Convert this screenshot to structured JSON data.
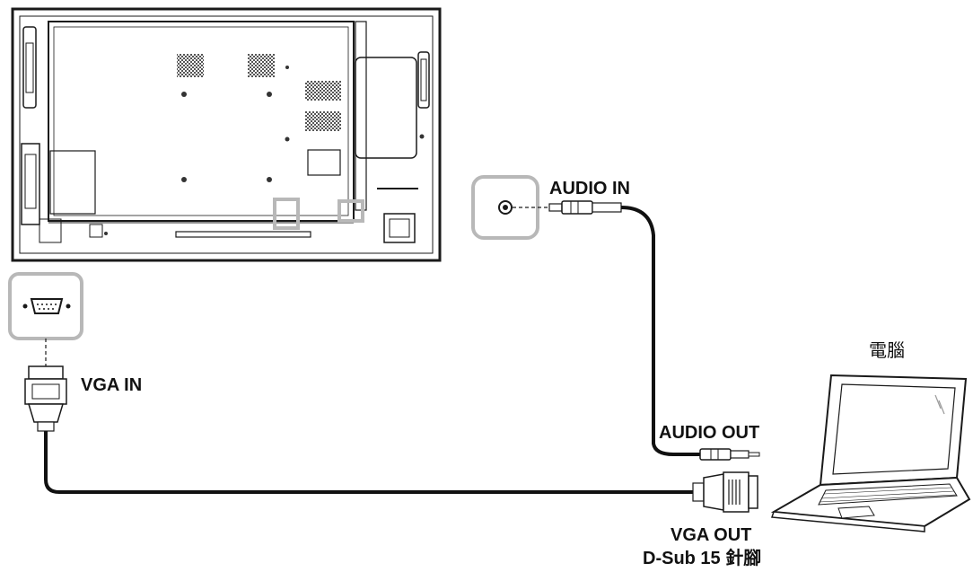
{
  "labels": {
    "audio_in": "AUDIO IN",
    "vga_in": "VGA IN",
    "audio_out": "AUDIO OUT",
    "computer": "電腦",
    "vga_out": "VGA OUT",
    "dsub": "D-Sub 15 針腳"
  },
  "colors": {
    "line": "#1a1a1a",
    "highlight": "#b8b8b8",
    "panel_fill": "#ffffff",
    "cable": "#111111"
  }
}
